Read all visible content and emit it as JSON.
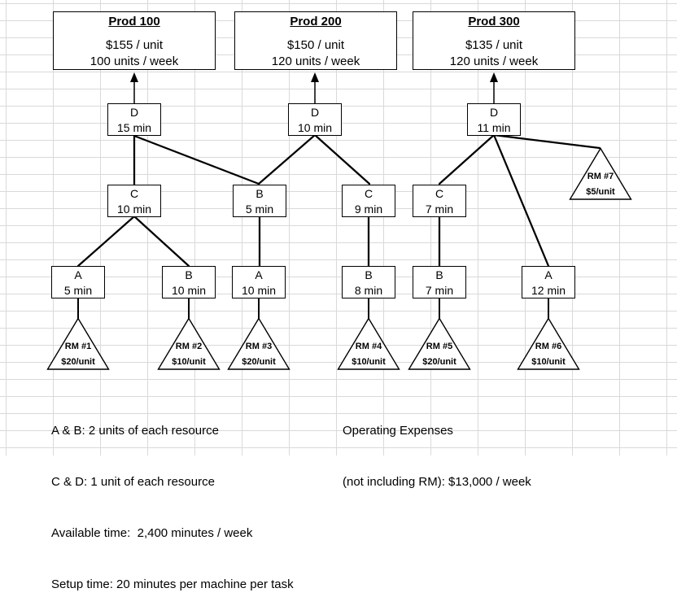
{
  "diagram": {
    "products": [
      {
        "name": "Prod 100",
        "price": "$155 / unit",
        "throughput": "100 units / week"
      },
      {
        "name": "Prod 200",
        "price": "$150 / unit",
        "throughput": "120 units / week"
      },
      {
        "name": "Prod 300",
        "price": "$135 / unit",
        "throughput": "120 units / week"
      }
    ],
    "machines": [
      {
        "label": "D",
        "time": "15 min"
      },
      {
        "label": "D",
        "time": "10 min"
      },
      {
        "label": "D",
        "time": "11 min"
      },
      {
        "label": "C",
        "time": "10 min"
      },
      {
        "label": "B",
        "time": "5 min"
      },
      {
        "label": "C",
        "time": "9 min"
      },
      {
        "label": "C",
        "time": "7 min"
      },
      {
        "label": "A",
        "time": "5 min"
      },
      {
        "label": "B",
        "time": "10 min"
      },
      {
        "label": "A",
        "time": "10 min"
      },
      {
        "label": "B",
        "time": "8 min"
      },
      {
        "label": "B",
        "time": "7 min"
      },
      {
        "label": "A",
        "time": "12 min"
      }
    ],
    "raw_materials": [
      {
        "label": "RM #1",
        "cost": "$20/unit"
      },
      {
        "label": "RM #2",
        "cost": "$10/unit"
      },
      {
        "label": "RM #3",
        "cost": "$20/unit"
      },
      {
        "label": "RM #4",
        "cost": "$10/unit"
      },
      {
        "label": "RM #5",
        "cost": "$20/unit"
      },
      {
        "label": "RM #6",
        "cost": "$10/unit"
      },
      {
        "label": "RM #7",
        "cost": "$5/unit"
      }
    ],
    "notes_left": [
      "A & B: 2 units of each resource",
      "C & D: 1 unit of each resource",
      "Available time:  2,400 minutes / week",
      "Setup time: 20 minutes per machine per task"
    ],
    "notes_right": [
      "Operating Expenses",
      "(not including RM): $13,000 / week"
    ],
    "colors": {
      "line": "#000000",
      "grid": "#d9d9d9",
      "background": "#ffffff"
    }
  }
}
